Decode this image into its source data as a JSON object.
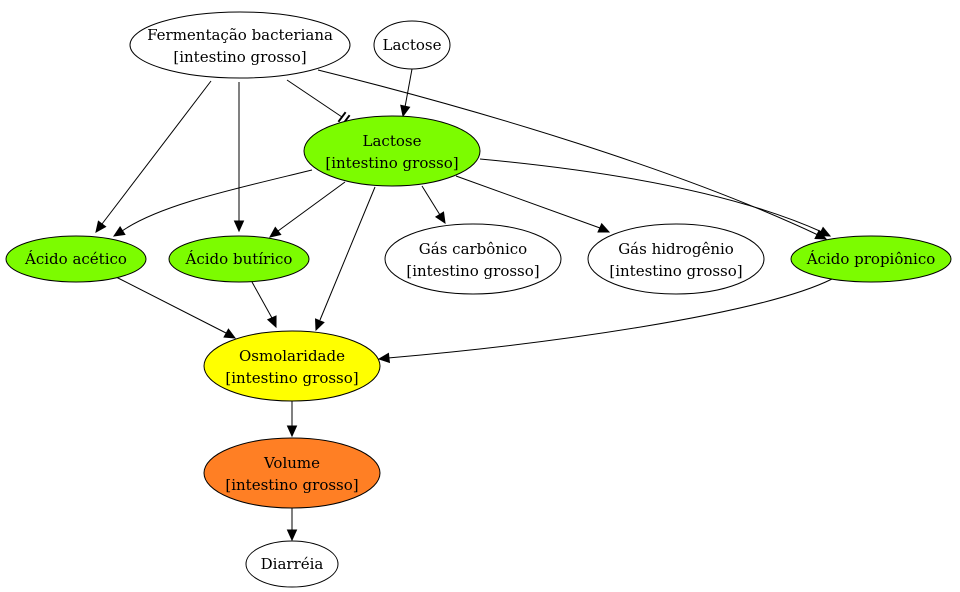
{
  "colors": {
    "green": "#7cfc00",
    "yellow": "#ffff00",
    "orange": "#ff7f24",
    "white": "#ffffff",
    "stroke": "#000000"
  },
  "nodes": {
    "fermentacao": {
      "line1": "Fermentação bacteriana",
      "line2": "[intestino grosso]",
      "fill": "white"
    },
    "lactose_top": {
      "line1": "Lactose",
      "fill": "white"
    },
    "lactose_ig": {
      "line1": "Lactose",
      "line2": "[intestino grosso]",
      "fill": "green"
    },
    "acido_acetico": {
      "line1": "Ácido acético",
      "fill": "green"
    },
    "acido_butirico": {
      "line1": "Ácido butírico",
      "fill": "green"
    },
    "gas_carbonico": {
      "line1": "Gás carbônico",
      "line2": "[intestino grosso]",
      "fill": "white"
    },
    "gas_hidrogenio": {
      "line1": "Gás hidrogênio",
      "line2": "[intestino grosso]",
      "fill": "white"
    },
    "acido_propionico": {
      "line1": "Ácido propiônico",
      "fill": "green"
    },
    "osmolaridade": {
      "line1": "Osmolaridade",
      "line2": "[intestino grosso]",
      "fill": "yellow"
    },
    "volume": {
      "line1": "Volume",
      "line2": "[intestino grosso]",
      "fill": "orange"
    },
    "diarreia": {
      "line1": "Diarréia",
      "fill": "white"
    }
  },
  "edges": [
    {
      "from": "fermentacao",
      "to": "acido_acetico",
      "type": "arrow"
    },
    {
      "from": "fermentacao",
      "to": "acido_butirico",
      "type": "arrow"
    },
    {
      "from": "fermentacao",
      "to": "lactose_ig",
      "type": "tee"
    },
    {
      "from": "fermentacao",
      "to": "acido_propionico",
      "type": "arrow"
    },
    {
      "from": "lactose_top",
      "to": "lactose_ig",
      "type": "arrow"
    },
    {
      "from": "lactose_ig",
      "to": "acido_acetico",
      "type": "arrow"
    },
    {
      "from": "lactose_ig",
      "to": "acido_butirico",
      "type": "arrow"
    },
    {
      "from": "lactose_ig",
      "to": "osmolaridade",
      "type": "arrow"
    },
    {
      "from": "lactose_ig",
      "to": "gas_carbonico",
      "type": "arrow"
    },
    {
      "from": "lactose_ig",
      "to": "gas_hidrogenio",
      "type": "arrow"
    },
    {
      "from": "lactose_ig",
      "to": "acido_propionico",
      "type": "arrow"
    },
    {
      "from": "acido_acetico",
      "to": "osmolaridade",
      "type": "arrow"
    },
    {
      "from": "acido_butirico",
      "to": "osmolaridade",
      "type": "arrow"
    },
    {
      "from": "acido_propionico",
      "to": "osmolaridade",
      "type": "arrow"
    },
    {
      "from": "osmolaridade",
      "to": "volume",
      "type": "arrow"
    },
    {
      "from": "volume",
      "to": "diarreia",
      "type": "arrow"
    }
  ]
}
